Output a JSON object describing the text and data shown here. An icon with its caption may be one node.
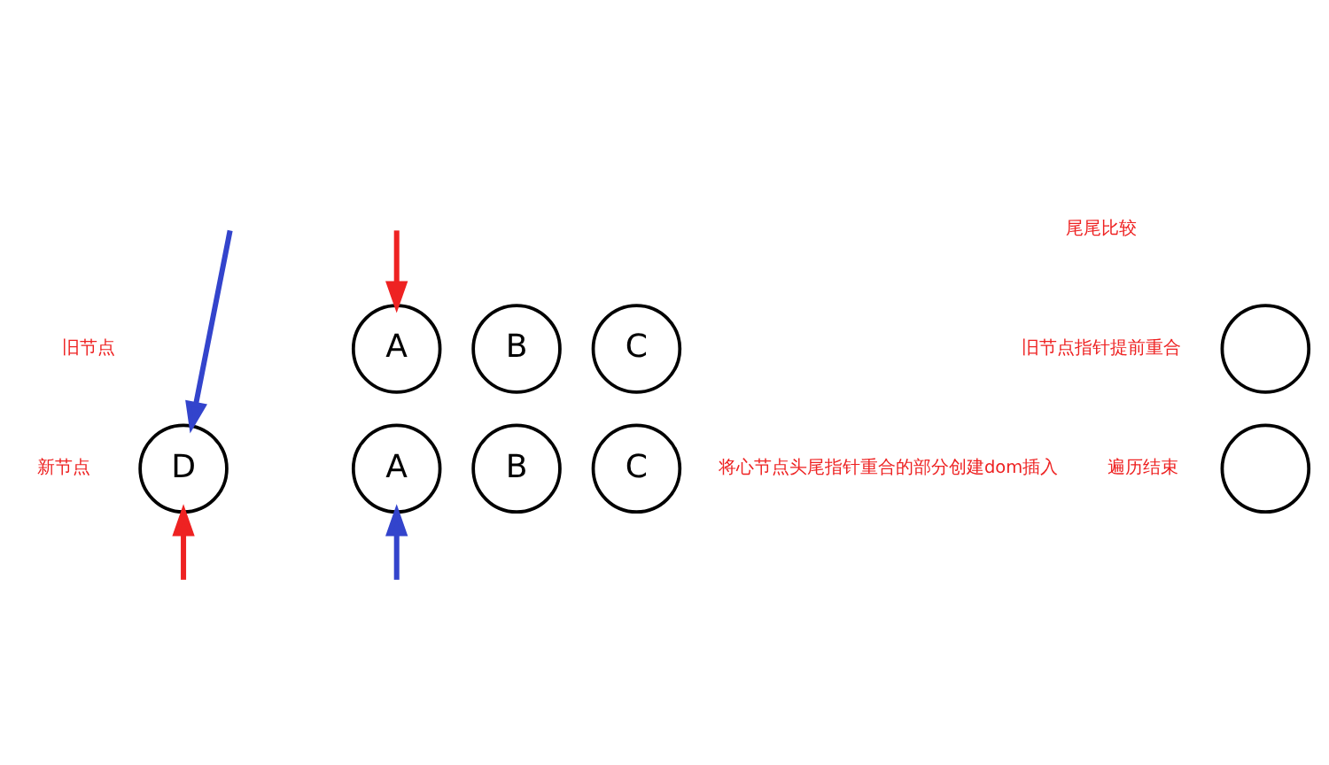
{
  "diagram": {
    "nodes": [
      {
        "text": [
          "A"
        ]
      },
      {
        "text": [
          "B"
        ]
      },
      {
        "text": [
          "C"
        ]
      },
      {
        "text": [],
        "shape": "circle"
      },
      {
        "text": [
          "D"
        ]
      },
      {
        "text": [
          "A"
        ]
      },
      {
        "text": [
          "B"
        ]
      },
      {
        "text": [
          "C"
        ]
      },
      {
        "text": [],
        "shape": "circle"
      }
    ],
    "edges": [
      {
        "from": null,
        "to": 4,
        "arrow": "to",
        "color": "#3344cc"
      },
      {
        "from": null,
        "to": 0,
        "arrow": "to",
        "color": "#ee2222"
      },
      {
        "from": null,
        "to": 4,
        "arrow": "to",
        "color": "#ee2222"
      },
      {
        "from": null,
        "to": 5,
        "arrow": "to",
        "color": "#3344cc"
      }
    ],
    "labels": [
      "尾尾比较",
      "旧节点指针提前重合",
      "遍历结束",
      "旧节点",
      "新节点",
      "将心节点头尾指针重合的部分创建dom插入"
    ]
  }
}
